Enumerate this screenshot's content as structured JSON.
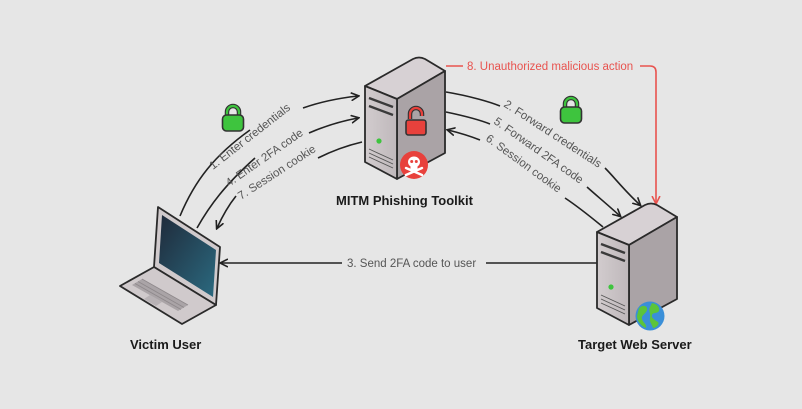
{
  "nodes": {
    "victim": {
      "label": "Victim User",
      "icon": "laptop-icon"
    },
    "mitm": {
      "label": "MITM Phishing Toolkit",
      "icon": "server-icon",
      "badges": [
        "unlocked-padlock-icon",
        "skull-crossbones-icon"
      ]
    },
    "target": {
      "label": "Target Web Server",
      "icon": "server-icon",
      "badges": [
        "globe-icon"
      ]
    }
  },
  "flows": [
    {
      "step": 1,
      "label": "1. Enter credentials",
      "from": "Victim User",
      "to": "MITM Phishing Toolkit"
    },
    {
      "step": 2,
      "label": "2. Forward credentials",
      "from": "MITM Phishing Toolkit",
      "to": "Target Web Server"
    },
    {
      "step": 3,
      "label": "3. Send 2FA code to user",
      "from": "Target Web Server",
      "to": "Victim User"
    },
    {
      "step": 4,
      "label": "4. Enter 2FA code",
      "from": "Victim User",
      "to": "MITM Phishing Toolkit"
    },
    {
      "step": 5,
      "label": "5. Forward 2FA code",
      "from": "MITM Phishing Toolkit",
      "to": "Target Web Server"
    },
    {
      "step": 6,
      "label": "6. Session cookie",
      "from": "Target Web Server",
      "to": "MITM Phishing Toolkit"
    },
    {
      "step": 7,
      "label": "7. Session cookie",
      "from": "MITM Phishing Toolkit",
      "to": "Victim User"
    },
    {
      "step": 8,
      "label": "8. Unauthorized malicious action",
      "from": "MITM Phishing Toolkit",
      "to": "Target Web Server"
    }
  ],
  "secure_channel_icons": [
    "locked-padlock-icon",
    "locked-padlock-icon"
  ],
  "colors": {
    "background": "#e6e6e6",
    "malicious_line": "#e8534f",
    "padlock_green": "#3ec43e",
    "danger_red": "#e8413c",
    "server_body": "#c9c3c6",
    "laptop_screen": "#1f4a5e"
  }
}
